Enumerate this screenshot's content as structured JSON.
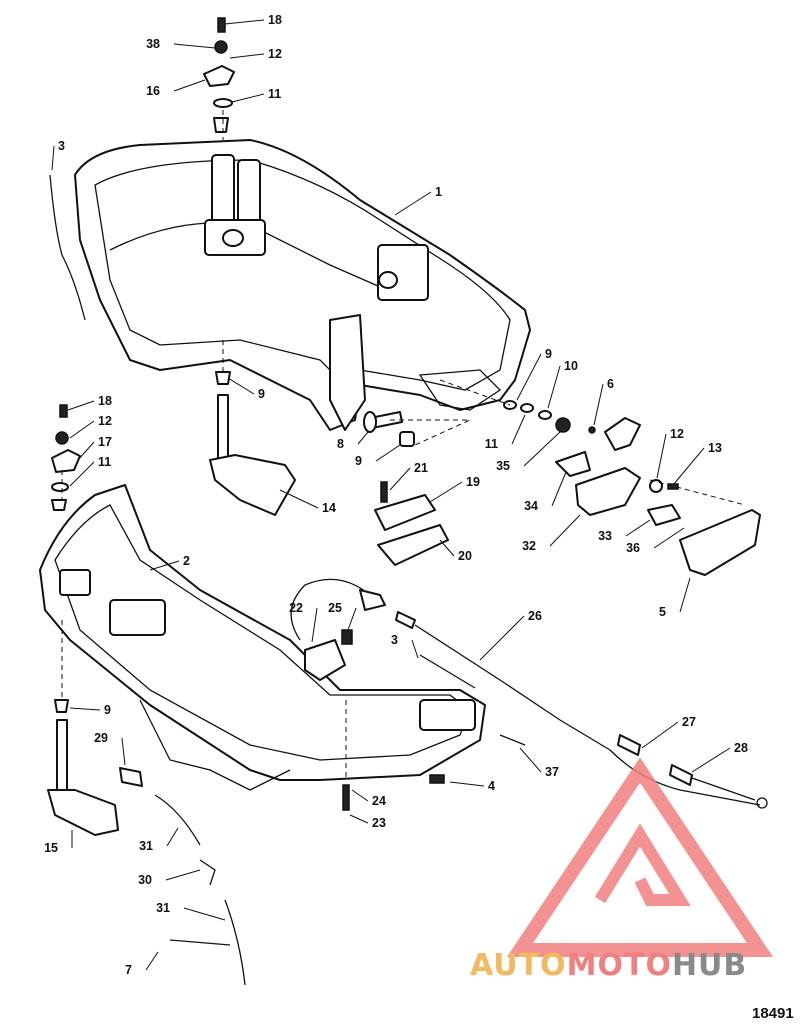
{
  "figure_number": "18491",
  "watermark": {
    "brand": "AUTOMOTOHUB",
    "part1": "AUTO",
    "part2": "MOTO",
    "part3": "HUB",
    "color_primary": "#f07f7f",
    "color_secondary": "#f4b860",
    "color_hub": "#8a8a8a"
  },
  "callouts": [
    {
      "id": "c18a",
      "label": "18"
    },
    {
      "id": "c38",
      "label": "38"
    },
    {
      "id": "c12a",
      "label": "12"
    },
    {
      "id": "c16",
      "label": "16"
    },
    {
      "id": "c11a",
      "label": "11"
    },
    {
      "id": "c3a",
      "label": "3"
    },
    {
      "id": "c1",
      "label": "1"
    },
    {
      "id": "c9a",
      "label": "9"
    },
    {
      "id": "c10",
      "label": "10"
    },
    {
      "id": "c6",
      "label": "6"
    },
    {
      "id": "c9b",
      "label": "9"
    },
    {
      "id": "c8",
      "label": "8"
    },
    {
      "id": "c9c",
      "label": "9"
    },
    {
      "id": "c11b",
      "label": "11"
    },
    {
      "id": "c35",
      "label": "35"
    },
    {
      "id": "c12b",
      "label": "12"
    },
    {
      "id": "c13",
      "label": "13"
    },
    {
      "id": "c34",
      "label": "34"
    },
    {
      "id": "c18b",
      "label": "18"
    },
    {
      "id": "c12c",
      "label": "12"
    },
    {
      "id": "c17",
      "label": "17"
    },
    {
      "id": "c11c",
      "label": "11"
    },
    {
      "id": "c21",
      "label": "21"
    },
    {
      "id": "c19",
      "label": "19"
    },
    {
      "id": "c14",
      "label": "14"
    },
    {
      "id": "c33",
      "label": "33"
    },
    {
      "id": "c32",
      "label": "32"
    },
    {
      "id": "c36",
      "label": "36"
    },
    {
      "id": "c2",
      "label": "2"
    },
    {
      "id": "c20",
      "label": "20"
    },
    {
      "id": "c5",
      "label": "5"
    },
    {
      "id": "c22",
      "label": "22"
    },
    {
      "id": "c25",
      "label": "25"
    },
    {
      "id": "c26",
      "label": "26"
    },
    {
      "id": "c3b",
      "label": "3"
    },
    {
      "id": "c9d",
      "label": "9"
    },
    {
      "id": "c29",
      "label": "29"
    },
    {
      "id": "c27",
      "label": "27"
    },
    {
      "id": "c28",
      "label": "28"
    },
    {
      "id": "c37",
      "label": "37"
    },
    {
      "id": "c4",
      "label": "4"
    },
    {
      "id": "c24",
      "label": "24"
    },
    {
      "id": "c23",
      "label": "23"
    },
    {
      "id": "c15",
      "label": "15"
    },
    {
      "id": "c31a",
      "label": "31"
    },
    {
      "id": "c30",
      "label": "30"
    },
    {
      "id": "c31b",
      "label": "31"
    },
    {
      "id": "c7",
      "label": "7"
    }
  ]
}
